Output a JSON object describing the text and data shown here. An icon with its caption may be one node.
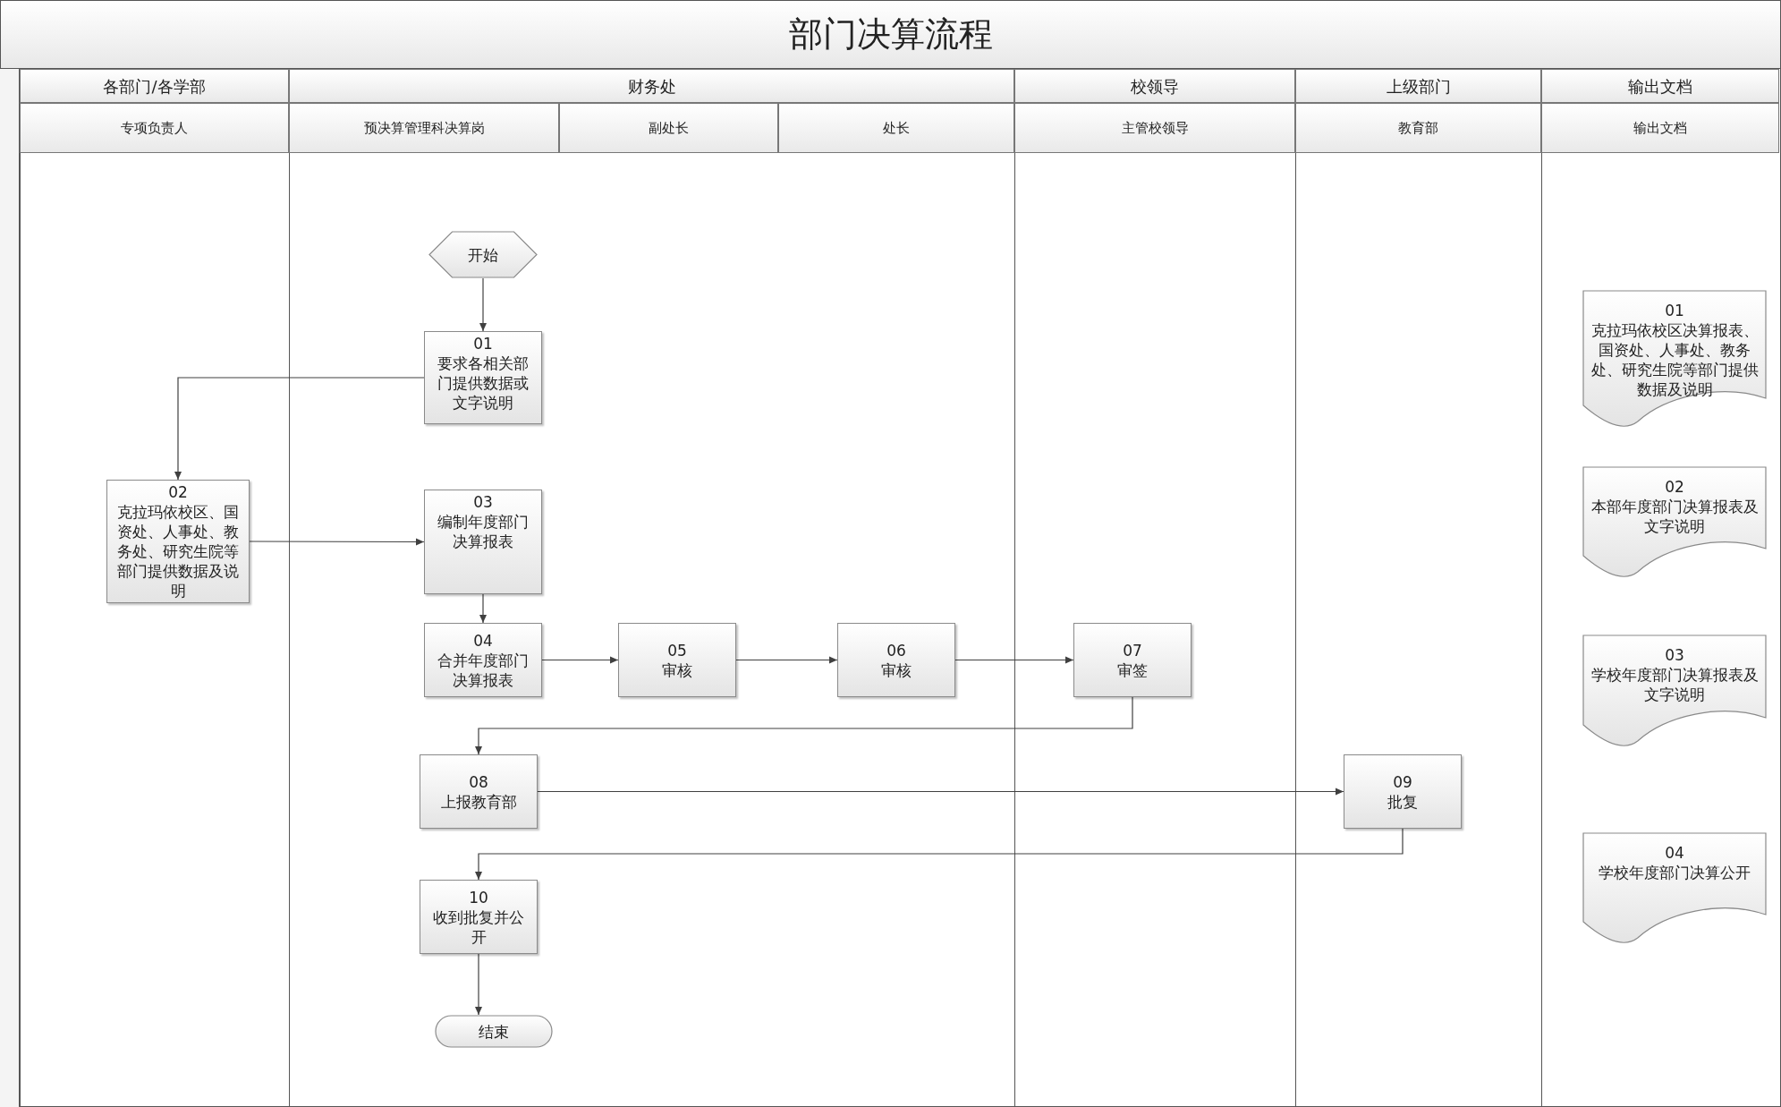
{
  "diagram": {
    "title": "部门决算流程",
    "nodes": [
      {
        "text": [
          "开始"
        ]
      },
      {
        "text": [
          "01",
          "要求各相关部门提供数据或文字说明"
        ]
      },
      {
        "text": [
          "02",
          "克拉玛依校区、国资处、人事处、教务处、研究生院等部门提供数据及说明"
        ]
      },
      {
        "text": [
          "03",
          "编制年度部门决算报表"
        ]
      },
      {
        "text": [
          "04",
          "合并年度部门决算报表"
        ]
      },
      {
        "text": [
          "05",
          "审核"
        ]
      },
      {
        "text": [
          "06",
          "审核"
        ]
      },
      {
        "text": [
          "07",
          "审签"
        ]
      },
      {
        "text": [
          "08",
          "上报教育部"
        ]
      },
      {
        "text": [
          "09",
          "批复"
        ]
      },
      {
        "text": [
          "10",
          "收到批复并公开"
        ]
      },
      {
        "text": [
          "结束"
        ]
      },
      {
        "text": [
          "01",
          "克拉玛依校区决算报表、国资处、人事处、教务处、研究生院等部门提供数据及说明"
        ]
      },
      {
        "text": [
          "02",
          "本部年度部门决算报表及文字说明"
        ]
      },
      {
        "text": [
          "03",
          "学校年度部门决算报表及文字说明"
        ]
      },
      {
        "text": [
          "04",
          "学校年度部门决算公开"
        ]
      }
    ],
    "edges": [
      {
        "from": 0,
        "to": 1,
        "arrow": "to"
      },
      {
        "from": 1,
        "to": 2,
        "arrow": "to"
      },
      {
        "from": 2,
        "to": 3,
        "arrow": "to"
      },
      {
        "from": 3,
        "to": 4,
        "arrow": "to"
      },
      {
        "from": 4,
        "to": 5,
        "arrow": "to"
      },
      {
        "from": 5,
        "to": 6,
        "arrow": "to"
      },
      {
        "from": 6,
        "to": 7,
        "arrow": "to"
      },
      {
        "from": 7,
        "to": 8,
        "arrow": "to"
      },
      {
        "from": 8,
        "to": 9,
        "arrow": "to"
      },
      {
        "from": 9,
        "to": 10,
        "arrow": "to"
      },
      {
        "from": 10,
        "to": 11,
        "arrow": "to"
      }
    ],
    "labels": [
      "各部门/各学部",
      "财务处",
      "校领导",
      "上级部门",
      "输出文档",
      "专项负责人",
      "预决算管理科决算岗",
      "副处长",
      "处长",
      "主管校领导",
      "教育部",
      "输出文档"
    ]
  }
}
